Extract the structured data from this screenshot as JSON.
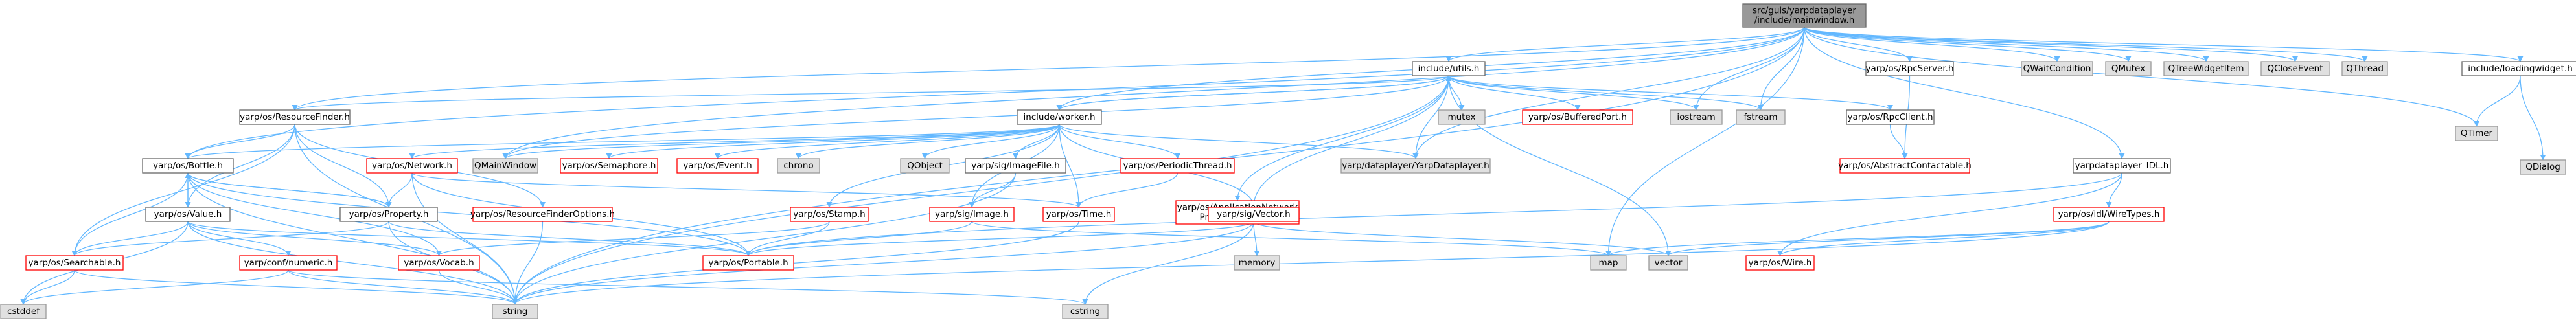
{
  "colors": {
    "edge": "#63b8ff",
    "root_fill": "#999999",
    "root_border": "#666666",
    "root_text": "#000000",
    "linked_fill": "#ffffff",
    "linked_border": "#666666",
    "undocumented_border": "#ff0000",
    "external_fill": "#e0e0e0",
    "external_border": "#999999",
    "text": "#000000"
  },
  "nodes": [
    {
      "id": "root",
      "lines": [
        "src/guis/yarpdataplayer",
        "/include/mainwindow.h"
      ],
      "kind": "root"
    },
    {
      "id": "utils",
      "lines": [
        "include/utils.h"
      ],
      "kind": "linked"
    },
    {
      "id": "rf",
      "lines": [
        "yarp/os/ResourceFinder.h"
      ],
      "kind": "linked"
    },
    {
      "id": "rpcserver",
      "lines": [
        "yarp/os/RpcServer.h"
      ],
      "kind": "linked"
    },
    {
      "id": "qwaitcond",
      "lines": [
        "QWaitCondition"
      ],
      "kind": "external"
    },
    {
      "id": "qmutex",
      "lines": [
        "QMutex"
      ],
      "kind": "external"
    },
    {
      "id": "qtreewidgetitem",
      "lines": [
        "QTreeWidgetItem"
      ],
      "kind": "external"
    },
    {
      "id": "qcloseevent",
      "lines": [
        "QCloseEvent"
      ],
      "kind": "external"
    },
    {
      "id": "qthread",
      "lines": [
        "QThread"
      ],
      "kind": "external"
    },
    {
      "id": "loading",
      "lines": [
        "include/loadingwidget.h"
      ],
      "kind": "linked"
    },
    {
      "id": "worker",
      "lines": [
        "include/worker.h"
      ],
      "kind": "linked"
    },
    {
      "id": "mutex",
      "lines": [
        "mutex"
      ],
      "kind": "external"
    },
    {
      "id": "bufferedport",
      "lines": [
        "yarp/os/BufferedPort.h"
      ],
      "kind": "undocumented"
    },
    {
      "id": "iostream",
      "lines": [
        "iostream"
      ],
      "kind": "external"
    },
    {
      "id": "fstream",
      "lines": [
        "fstream"
      ],
      "kind": "external"
    },
    {
      "id": "rpcclient",
      "lines": [
        "yarp/os/RpcClient.h"
      ],
      "kind": "linked"
    },
    {
      "id": "qtimer",
      "lines": [
        "QTimer"
      ],
      "kind": "external"
    },
    {
      "id": "qdialog",
      "lines": [
        "QDialog"
      ],
      "kind": "external"
    },
    {
      "id": "bottle",
      "lines": [
        "yarp/os/Bottle.h"
      ],
      "kind": "linked"
    },
    {
      "id": "network",
      "lines": [
        "yarp/os/Network.h"
      ],
      "kind": "undocumented"
    },
    {
      "id": "qmainwindow",
      "lines": [
        "QMainWindow"
      ],
      "kind": "external"
    },
    {
      "id": "semaphore",
      "lines": [
        "yarp/os/Semaphore.h"
      ],
      "kind": "undocumented"
    },
    {
      "id": "event",
      "lines": [
        "yarp/os/Event.h"
      ],
      "kind": "undocumented"
    },
    {
      "id": "chrono",
      "lines": [
        "chrono"
      ],
      "kind": "external"
    },
    {
      "id": "qobject",
      "lines": [
        "QObject"
      ],
      "kind": "external"
    },
    {
      "id": "imagefile",
      "lines": [
        "yarp/sig/ImageFile.h"
      ],
      "kind": "linked"
    },
    {
      "id": "periodicthread",
      "lines": [
        "yarp/os/PeriodicThread.h"
      ],
      "kind": "undocumented"
    },
    {
      "id": "yarpdataplayer",
      "lines": [
        "yarp/dataplayer/YarpDataplayer.h"
      ],
      "kind": "external"
    },
    {
      "id": "abstractcontactable",
      "lines": [
        "yarp/os/AbstractContactable.h"
      ],
      "kind": "undocumented"
    },
    {
      "id": "idl",
      "lines": [
        "yarpdataplayer_IDL.h"
      ],
      "kind": "linked"
    },
    {
      "id": "value",
      "lines": [
        "yarp/os/Value.h"
      ],
      "kind": "linked"
    },
    {
      "id": "property",
      "lines": [
        "yarp/os/Property.h"
      ],
      "kind": "linked"
    },
    {
      "id": "rfoptions",
      "lines": [
        "yarp/os/ResourceFinderOptions.h"
      ],
      "kind": "undocumented"
    },
    {
      "id": "stamp",
      "lines": [
        "yarp/os/Stamp.h"
      ],
      "kind": "undocumented"
    },
    {
      "id": "image",
      "lines": [
        "yarp/sig/Image.h"
      ],
      "kind": "undocumented"
    },
    {
      "id": "time",
      "lines": [
        "yarp/os/Time.h"
      ],
      "kind": "undocumented"
    },
    {
      "id": "appnetwork",
      "lines": [
        "yarp/os/ApplicationNetwork",
        "ProtocolVersion.h"
      ],
      "kind": "undocumented"
    },
    {
      "id": "vector",
      "lines": [
        "yarp/sig/Vector.h"
      ],
      "kind": "undocumented"
    },
    {
      "id": "wiretypes",
      "lines": [
        "yarp/os/idl/WireTypes.h"
      ],
      "kind": "undocumented"
    },
    {
      "id": "searchable",
      "lines": [
        "yarp/os/Searchable.h"
      ],
      "kind": "undocumented"
    },
    {
      "id": "confnumeric",
      "lines": [
        "yarp/conf/numeric.h"
      ],
      "kind": "undocumented"
    },
    {
      "id": "vocab",
      "lines": [
        "yarp/os/Vocab.h"
      ],
      "kind": "undocumented"
    },
    {
      "id": "portable",
      "lines": [
        "yarp/os/Portable.h"
      ],
      "kind": "undocumented"
    },
    {
      "id": "memory",
      "lines": [
        "memory"
      ],
      "kind": "external"
    },
    {
      "id": "map",
      "lines": [
        "map"
      ],
      "kind": "external"
    },
    {
      "id": "vectorstd",
      "lines": [
        "vector"
      ],
      "kind": "external"
    },
    {
      "id": "wire",
      "lines": [
        "yarp/os/Wire.h"
      ],
      "kind": "undocumented"
    },
    {
      "id": "cstddef",
      "lines": [
        "cstddef"
      ],
      "kind": "external"
    },
    {
      "id": "string",
      "lines": [
        "string"
      ],
      "kind": "external"
    },
    {
      "id": "cstring",
      "lines": [
        "cstring"
      ],
      "kind": "external"
    }
  ],
  "edges": [
    [
      "root",
      "utils"
    ],
    [
      "root",
      "rf"
    ],
    [
      "root",
      "rpcserver"
    ],
    [
      "root",
      "qwaitcond"
    ],
    [
      "root",
      "qmutex"
    ],
    [
      "root",
      "qtreewidgetitem"
    ],
    [
      "root",
      "qcloseevent"
    ],
    [
      "root",
      "qthread"
    ],
    [
      "root",
      "loading"
    ],
    [
      "root",
      "worker"
    ],
    [
      "root",
      "qmainwindow"
    ],
    [
      "root",
      "yarpdataplayer"
    ],
    [
      "root",
      "idl"
    ],
    [
      "root",
      "iostream"
    ],
    [
      "root",
      "fstream"
    ],
    [
      "root",
      "map"
    ],
    [
      "root",
      "qtimer"
    ],
    [
      "root",
      "string"
    ],
    [
      "root",
      "bottle"
    ],
    [
      "utils",
      "worker"
    ],
    [
      "utils",
      "mutex"
    ],
    [
      "utils",
      "bufferedport"
    ],
    [
      "utils",
      "iostream"
    ],
    [
      "utils",
      "fstream"
    ],
    [
      "utils",
      "rpcclient"
    ],
    [
      "utils",
      "rf"
    ],
    [
      "utils",
      "yarpdataplayer"
    ],
    [
      "utils",
      "appnetwork"
    ],
    [
      "utils",
      "vector"
    ],
    [
      "utils",
      "string"
    ],
    [
      "utils",
      "vectorstd"
    ],
    [
      "utils",
      "qmainwindow"
    ],
    [
      "rf",
      "bottle"
    ],
    [
      "rf",
      "property"
    ],
    [
      "rf",
      "rfoptions"
    ],
    [
      "rf",
      "string"
    ],
    [
      "rf",
      "searchable"
    ],
    [
      "rf",
      "value"
    ],
    [
      "rpcserver",
      "abstractcontactable"
    ],
    [
      "loading",
      "qtimer"
    ],
    [
      "loading",
      "qdialog"
    ],
    [
      "worker",
      "utils"
    ],
    [
      "worker",
      "network"
    ],
    [
      "worker",
      "semaphore"
    ],
    [
      "worker",
      "event"
    ],
    [
      "worker",
      "chrono"
    ],
    [
      "worker",
      "qobject"
    ],
    [
      "worker",
      "imagefile"
    ],
    [
      "worker",
      "periodicthread"
    ],
    [
      "worker",
      "yarpdataplayer"
    ],
    [
      "worker",
      "stamp"
    ],
    [
      "worker",
      "image"
    ],
    [
      "worker",
      "time"
    ],
    [
      "worker",
      "vector"
    ],
    [
      "worker",
      "bottle"
    ],
    [
      "worker",
      "qmainwindow"
    ],
    [
      "rpcclient",
      "abstractcontactable"
    ],
    [
      "bottle",
      "value"
    ],
    [
      "bottle",
      "property"
    ],
    [
      "bottle",
      "searchable"
    ],
    [
      "bottle",
      "portable"
    ],
    [
      "bottle",
      "string"
    ],
    [
      "bottle",
      "vocab"
    ],
    [
      "network",
      "property"
    ],
    [
      "network",
      "time"
    ],
    [
      "network",
      "string"
    ],
    [
      "network",
      "portable"
    ],
    [
      "imagefile",
      "image"
    ],
    [
      "imagefile",
      "string"
    ],
    [
      "periodicthread",
      "time"
    ],
    [
      "idl",
      "wiretypes"
    ],
    [
      "idl",
      "wire"
    ],
    [
      "idl",
      "portable"
    ],
    [
      "value",
      "bottle"
    ],
    [
      "value",
      "searchable"
    ],
    [
      "value",
      "confnumeric"
    ],
    [
      "value",
      "vocab"
    ],
    [
      "value",
      "string"
    ],
    [
      "value",
      "cstddef"
    ],
    [
      "value",
      "portable"
    ],
    [
      "property",
      "searchable"
    ],
    [
      "property",
      "bottle"
    ],
    [
      "property",
      "string"
    ],
    [
      "property",
      "portable"
    ],
    [
      "rfoptions",
      "string"
    ],
    [
      "stamp",
      "portable"
    ],
    [
      "stamp",
      "vocab"
    ],
    [
      "image",
      "portable"
    ],
    [
      "image",
      "map"
    ],
    [
      "time",
      "string"
    ],
    [
      "vector",
      "portable"
    ],
    [
      "vector",
      "memory"
    ],
    [
      "vector",
      "vectorstd"
    ],
    [
      "vector",
      "string"
    ],
    [
      "vector",
      "cstring"
    ],
    [
      "wiretypes",
      "map"
    ],
    [
      "wiretypes",
      "vectorstd"
    ],
    [
      "wiretypes",
      "string"
    ],
    [
      "wiretypes",
      "wire"
    ],
    [
      "searchable",
      "cstddef"
    ],
    [
      "searchable",
      "string"
    ],
    [
      "confnumeric",
      "cstddef"
    ],
    [
      "confnumeric",
      "string"
    ],
    [
      "confnumeric",
      "cstring"
    ],
    [
      "vocab",
      "string"
    ]
  ]
}
